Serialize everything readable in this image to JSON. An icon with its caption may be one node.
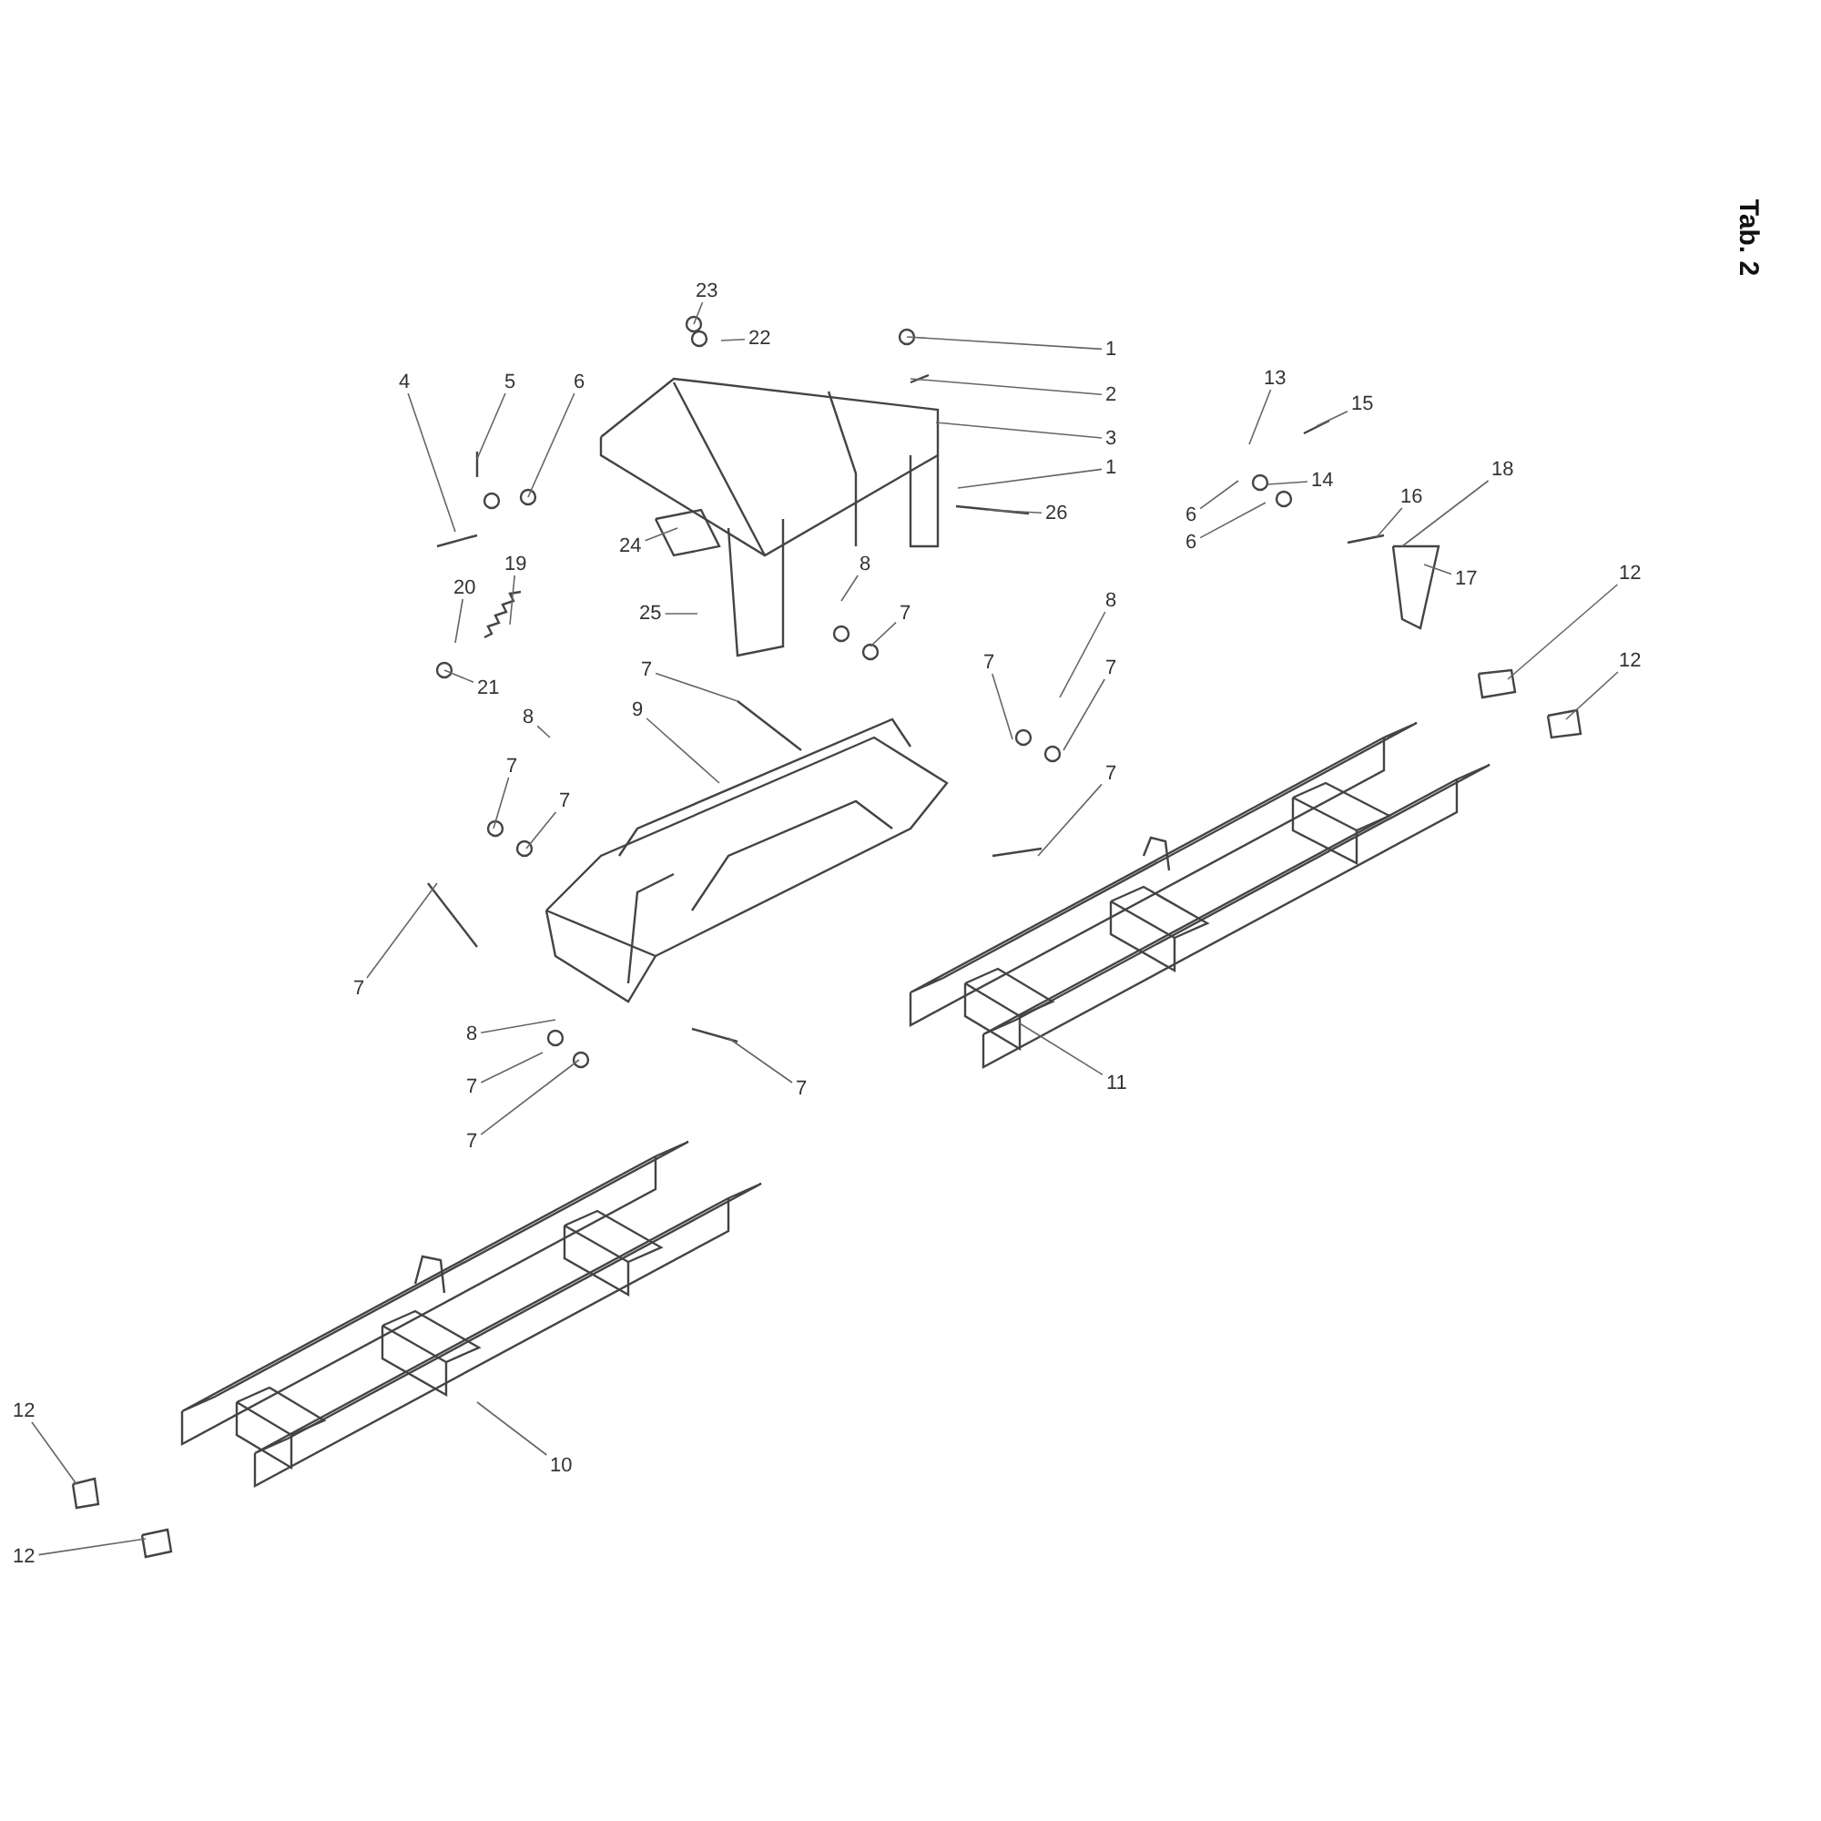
{
  "diagram": {
    "nodes": [
      {
        "text": [
          "23"
        ]
      },
      {
        "text": [
          "22"
        ]
      },
      {
        "text": [
          "1"
        ]
      },
      {
        "text": [
          "2"
        ]
      },
      {
        "text": [
          "6"
        ]
      },
      {
        "text": [
          "4"
        ]
      },
      {
        "text": [
          "5"
        ]
      },
      {
        "text": [
          "13"
        ]
      },
      {
        "text": [
          "15"
        ]
      },
      {
        "text": [
          "3"
        ]
      },
      {
        "text": [
          "14"
        ]
      },
      {
        "text": [
          "18"
        ]
      },
      {
        "text": [
          "1"
        ]
      },
      {
        "text": [
          "6"
        ]
      },
      {
        "text": [
          "26"
        ]
      },
      {
        "text": [
          "16"
        ]
      },
      {
        "text": [
          "6"
        ]
      },
      {
        "text": [
          "19"
        ]
      },
      {
        "text": [
          "24"
        ]
      },
      {
        "text": [
          "17"
        ]
      },
      {
        "text": [
          "8"
        ]
      },
      {
        "text": [
          "12"
        ]
      },
      {
        "text": [
          "20"
        ]
      },
      {
        "text": [
          "25"
        ]
      },
      {
        "text": [
          "7"
        ]
      },
      {
        "text": [
          "8"
        ]
      },
      {
        "text": [
          "21"
        ]
      },
      {
        "text": [
          "7"
        ]
      },
      {
        "text": [
          "12"
        ]
      },
      {
        "text": [
          "7"
        ]
      },
      {
        "text": [
          "7"
        ]
      },
      {
        "text": [
          "8"
        ]
      },
      {
        "text": [
          "9"
        ]
      },
      {
        "text": [
          "7"
        ]
      },
      {
        "text": [
          "7"
        ]
      },
      {
        "text": [
          "7"
        ]
      },
      {
        "text": [
          "7"
        ]
      },
      {
        "text": [
          "8"
        ]
      },
      {
        "text": [
          "11"
        ]
      },
      {
        "text": [
          "7"
        ]
      },
      {
        "text": [
          "7"
        ]
      },
      {
        "text": [
          "7"
        ]
      },
      {
        "text": [
          "10"
        ]
      },
      {
        "text": [
          "12"
        ]
      },
      {
        "text": [
          "12"
        ]
      }
    ],
    "edges": [
      {
        "from": 0,
        "to": null,
        "arrow": "none"
      },
      {
        "from": 1,
        "to": null,
        "arrow": "none"
      },
      {
        "from": 2,
        "to": null,
        "arrow": "none"
      },
      {
        "from": 3,
        "to": null,
        "arrow": "none"
      },
      {
        "from": 4,
        "to": null,
        "arrow": "none"
      },
      {
        "from": 5,
        "to": null,
        "arrow": "none"
      },
      {
        "from": 6,
        "to": null,
        "arrow": "none"
      },
      {
        "from": 7,
        "to": null,
        "arrow": "none"
      },
      {
        "from": 8,
        "to": null,
        "arrow": "none"
      },
      {
        "from": 9,
        "to": null,
        "arrow": "none"
      },
      {
        "from": 10,
        "to": null,
        "arrow": "none"
      },
      {
        "from": 11,
        "to": null,
        "arrow": "none"
      },
      {
        "from": 12,
        "to": null,
        "arrow": "none"
      },
      {
        "from": 13,
        "to": null,
        "arrow": "none"
      },
      {
        "from": 14,
        "to": null,
        "arrow": "none"
      },
      {
        "from": 15,
        "to": null,
        "arrow": "none"
      },
      {
        "from": 16,
        "to": null,
        "arrow": "none"
      },
      {
        "from": 17,
        "to": null,
        "arrow": "none"
      },
      {
        "from": 18,
        "to": null,
        "arrow": "none"
      },
      {
        "from": 19,
        "to": null,
        "arrow": "none"
      },
      {
        "from": 20,
        "to": null,
        "arrow": "none"
      },
      {
        "from": 21,
        "to": null,
        "arrow": "none"
      },
      {
        "from": 22,
        "to": null,
        "arrow": "none"
      },
      {
        "from": 23,
        "to": null,
        "arrow": "none"
      },
      {
        "from": 24,
        "to": null,
        "arrow": "none"
      },
      {
        "from": 25,
        "to": null,
        "arrow": "none"
      },
      {
        "from": 26,
        "to": null,
        "arrow": "none"
      },
      {
        "from": 27,
        "to": null,
        "arrow": "none"
      },
      {
        "from": 28,
        "to": null,
        "arrow": "none"
      },
      {
        "from": 29,
        "to": null,
        "arrow": "none"
      },
      {
        "from": 30,
        "to": null,
        "arrow": "none"
      },
      {
        "from": 31,
        "to": null,
        "arrow": "none"
      },
      {
        "from": 32,
        "to": null,
        "arrow": "none"
      },
      {
        "from": 33,
        "to": null,
        "arrow": "none"
      },
      {
        "from": 34,
        "to": null,
        "arrow": "none"
      },
      {
        "from": 35,
        "to": null,
        "arrow": "none"
      },
      {
        "from": 36,
        "to": null,
        "arrow": "none"
      },
      {
        "from": 37,
        "to": null,
        "arrow": "none"
      },
      {
        "from": 38,
        "to": null,
        "arrow": "none"
      },
      {
        "from": 39,
        "to": null,
        "arrow": "none"
      },
      {
        "from": 40,
        "to": null,
        "arrow": "none"
      },
      {
        "from": 41,
        "to": null,
        "arrow": "none"
      },
      {
        "from": 42,
        "to": null,
        "arrow": "none"
      },
      {
        "from": 43,
        "to": null,
        "arrow": "none"
      },
      {
        "from": 44,
        "to": null,
        "arrow": "none"
      }
    ],
    "labels": [
      "Tab. 2"
    ]
  }
}
